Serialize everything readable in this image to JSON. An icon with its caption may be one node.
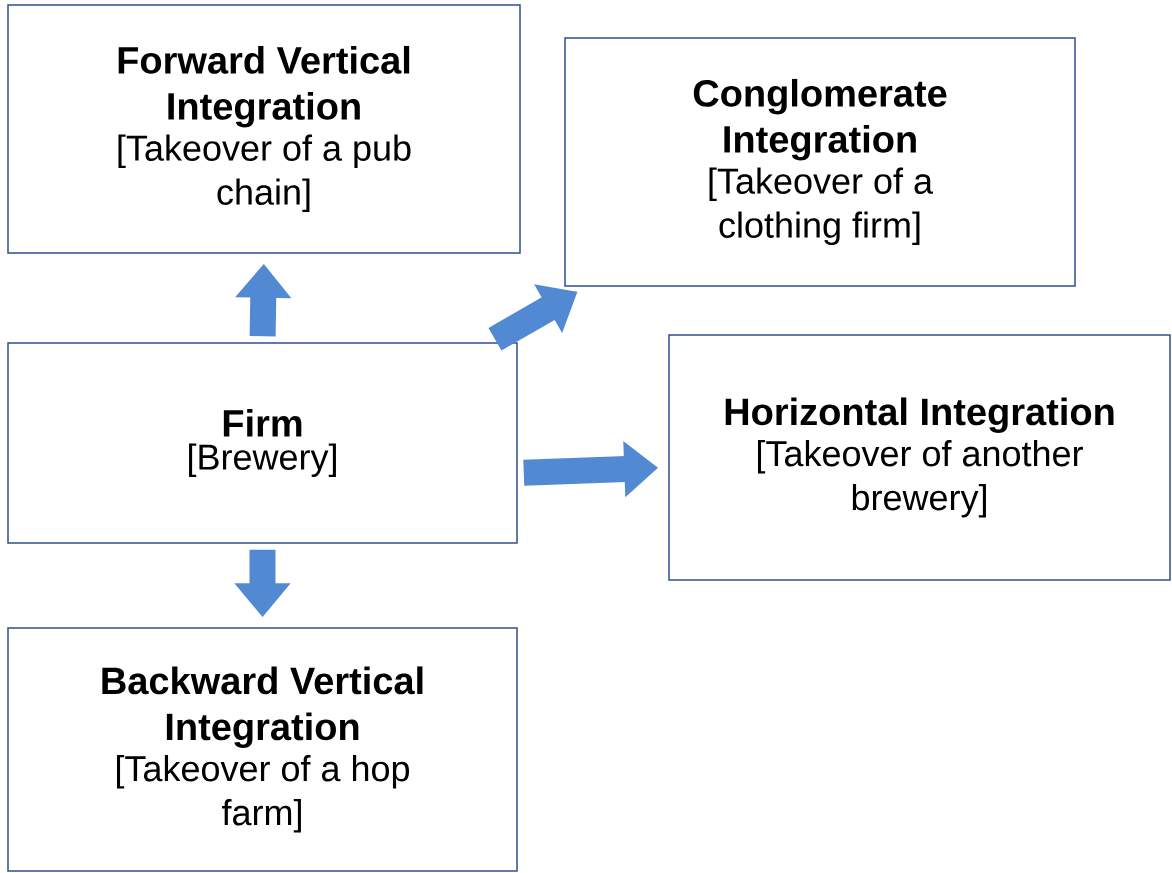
{
  "diagram": {
    "nodes": [
      {
        "text": [
          "Forward Vertical Integration",
          "[Takeover of a pub chain]"
        ]
      },
      {
        "text": [
          "Conglomerate Integration",
          "[Takeover of a clothing firm]"
        ]
      },
      {
        "text": [
          "Firm",
          "[Brewery]"
        ]
      },
      {
        "text": [
          "Horizontal Integration",
          "[Takeover of another brewery]"
        ]
      },
      {
        "text": [
          "Backward Vertical Integration",
          "[Takeover of a hop farm]"
        ]
      }
    ],
    "edges": [
      {
        "from": 2,
        "to": 0,
        "arrow": "to"
      },
      {
        "from": 2,
        "to": 1,
        "arrow": "to"
      },
      {
        "from": 2,
        "to": 3,
        "arrow": "to"
      },
      {
        "from": 2,
        "to": 4,
        "arrow": "to"
      }
    ]
  }
}
